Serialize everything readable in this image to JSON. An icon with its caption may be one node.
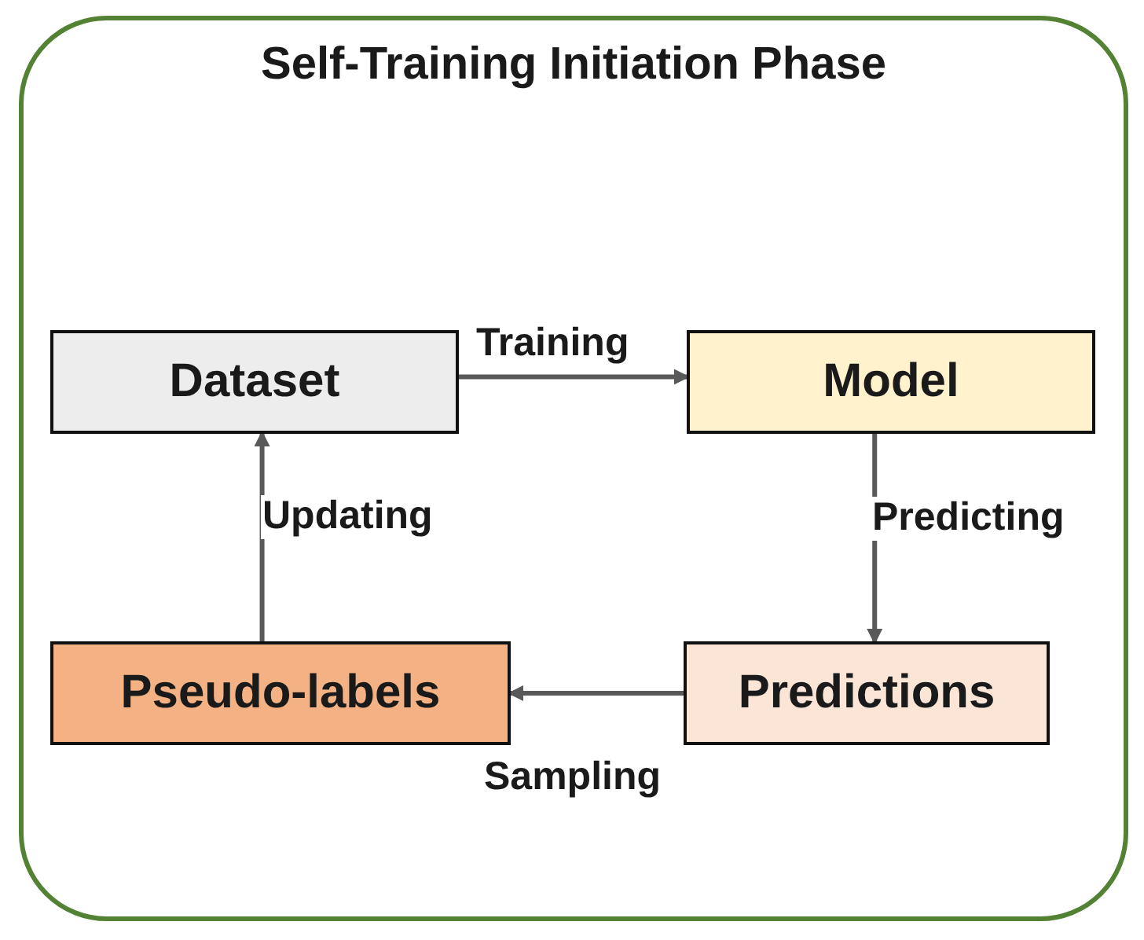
{
  "diagram": {
    "nodes": [
      {
        "text": [
          "Self-Training Initiation Phase"
        ]
      },
      {
        "text": [
          "Dataset"
        ],
        "in": 0
      },
      {
        "text": [
          "Model"
        ],
        "in": 0
      },
      {
        "text": [
          "Pseudo-labels"
        ],
        "in": 0
      },
      {
        "text": [
          "Predictions"
        ],
        "in": 0
      }
    ],
    "edges": [
      {
        "from": 1,
        "to": 2,
        "arrow": "to",
        "label": "Training"
      },
      {
        "from": 2,
        "to": 4,
        "arrow": "to",
        "label": "Predicting"
      },
      {
        "from": 4,
        "to": 3,
        "arrow": "to",
        "label": "Sampling"
      },
      {
        "from": 3,
        "to": 1,
        "arrow": "to",
        "label": "Updating"
      }
    ]
  }
}
